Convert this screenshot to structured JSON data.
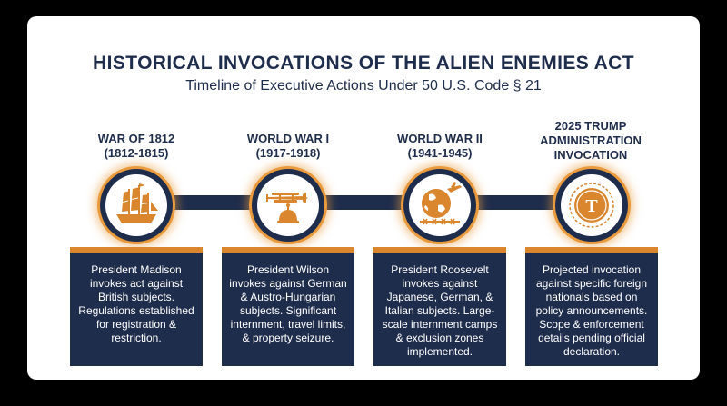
{
  "title": "HISTORICAL INVOCATIONS OF THE ALIEN ENEMIES ACT",
  "subtitle": "Timeline of Executive Actions Under 50 U.S. Code § 21",
  "colors": {
    "navy": "#1f2d4c",
    "orange": "#d9862e",
    "glow": "#e89a3c"
  },
  "events": [
    {
      "label_line1": "WAR OF 1812",
      "label_line2": "(1812-1815)",
      "icon": "sailing-ship-icon",
      "description": "President Madison invokes act against British subjects. Regulations established for registration & restriction."
    },
    {
      "label_line1": "WORLD WAR I",
      "label_line2": "(1917-1918)",
      "icon": "biplane-helmet-icon",
      "description": "President Wilson invokes against German & Austro-Hungarian subjects. Significant internment, travel limits, & property seizure."
    },
    {
      "label_line1": "WORLD WAR II",
      "label_line2": "(1941-1945)",
      "icon": "globe-barbed-wire-icon",
      "description": "President Roosevelt invokes against Japanese, German, & Italian subjects. Large-scale internment camps & exclusion zones implemented."
    },
    {
      "label_line1": "2025 TRUMP",
      "label_line2": "ADMINISTRATION",
      "label_line3": "INVOCATION",
      "icon": "seal-t-icon",
      "seal_letter": "T",
      "description": "Projected invocation against specific foreign nationals based on policy announcements. Scope & enforcement details pending official declaration."
    }
  ]
}
